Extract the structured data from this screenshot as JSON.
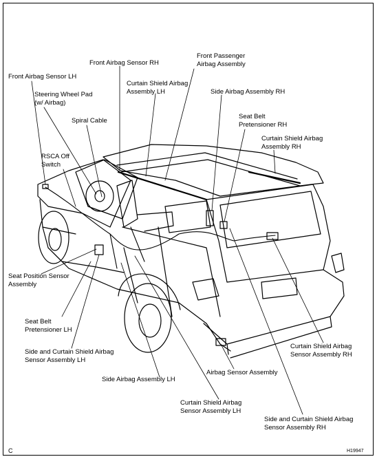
{
  "diagram": {
    "labels": {
      "front_airbag_sensor_rh": "Front Airbag Sensor RH",
      "front_passenger_airbag": "Front Passenger\nAirbag Assembly",
      "front_airbag_sensor_lh": "Front Airbag Sensor LH",
      "curtain_shield_airbag_lh": "Curtain Shield Airbag\nAssembly LH",
      "side_airbag_rh": "Side Airbag Assembly RH",
      "steering_wheel_pad": "Steering Wheel Pad\n(w/ Airbag)",
      "seat_belt_pretensioner_rh": "Seat Belt\nPretensioner RH",
      "spiral_cable": "Spiral Cable",
      "curtain_shield_airbag_rh": "Curtain Shield Airbag\nAssembly RH",
      "rsca_off_switch": "RSCA Off\nSwitch",
      "seat_position_sensor": "Seat Position Sensor\nAssembly",
      "seat_belt_pretensioner_lh": "Seat Belt\nPretensioner LH",
      "curtain_shield_sensor_rh": "Curtain Shield Airbag\nSensor Assembly RH",
      "side_curtain_sensor_lh": "Side and Curtain Shield Airbag\nSensor Assembly LH",
      "airbag_sensor_assembly": "Airbag Sensor Assembly",
      "side_airbag_lh": "Side Airbag Assembly LH",
      "curtain_shield_sensor_lh": "Curtain Shield Airbag\nSensor Assembly LH",
      "side_curtain_sensor_rh": "Side and Curtain Shield Airbag\nSensor Assembly RH"
    },
    "corner_letter": "C",
    "figure_id": "H19947"
  }
}
